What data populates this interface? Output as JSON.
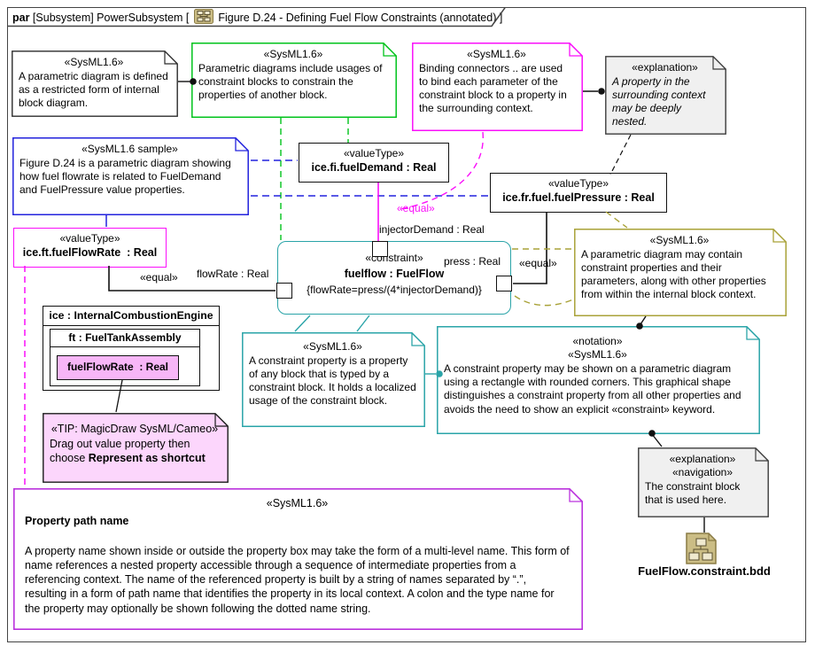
{
  "frame": {
    "tab": {
      "keyword": "par",
      "context": " [Subsystem] PowerSubsystem [ ",
      "title": " Figure D.24 - Defining Fuel Flow Constraints (annotated)",
      "close_bracket": " ]"
    }
  },
  "notes": {
    "restricted": {
      "stereotype": "«SysML1.6»",
      "body": "A parametric diagram is defined as a restricted form of internal block diagram."
    },
    "usages": {
      "stereotype": "«SysML1.6»",
      "body": "Parametric diagrams include usages of constraint blocks to constrain the properties of another block."
    },
    "binding": {
      "stereotype": "«SysML1.6»",
      "body": "Binding connectors .. are used to bind each parameter of the constraint block to a property in the surrounding context."
    },
    "deeply_nested": {
      "stereotype": "«explanation»",
      "body": "A property in the surrounding context may be deeply nested."
    },
    "sample": {
      "stereotype": "«SysML1.6 sample»",
      "body": "Figure D.24 is a parametric diagram showing how fuel flowrate is related to FuelDemand and FuelPressure value properties."
    },
    "contain": {
      "stereotype": "«SysML1.6»",
      "body": "A parametric diagram may contain constraint properties and their parameters, along with other properties from within the internal block context."
    },
    "constraint_property": {
      "stereotype": "«SysML1.6»",
      "body": "A constraint property is a property of any block that is typed by a constraint block. It holds a localized usage of the constraint block."
    },
    "notation": {
      "stereotype1": "«notation»",
      "stereotype2": "«SysML1.6»",
      "body": "A constraint property may be shown on a parametric diagram using a rectangle with rounded corners. This graphical shape distinguishes a constraint property from all other properties and avoids the need to show an explicit «constraint» keyword."
    },
    "tip": {
      "stereotype": "«TIP: MagicDraw SysML/Cameo»",
      "body_pre": "Drag out value property then choose ",
      "body_bold": "Represent as shortcut"
    },
    "used_here": {
      "stereotype1": "«explanation»",
      "stereotype2": "«navigation»",
      "body": "The constraint block that is used here."
    },
    "path_name": {
      "stereotype": "«SysML1.6»",
      "heading": "Property path name",
      "body": "A property name shown inside or outside the property box may take the form of a multi-level name. This form of name references a nested property accessible through a sequence of intermediate properties from a referencing context. The name of the referenced property is built by a string of names separated by “.”, resulting in a form of path name that identifies the property in its local context. A colon and the type name for the property may optionally be shown following the dotted name string."
    }
  },
  "value_types": {
    "fuel_demand": {
      "stereotype": "«valueType»",
      "name": "ice.fi.fuelDemand : Real"
    },
    "fuel_pressure": {
      "stereotype": "«valueType»",
      "name": "ice.fr.fuel.fuelPressure : Real"
    },
    "fuel_flow_rate": {
      "stereotype": "«valueType»",
      "name": "ice.ft.fuelFlowRate  : Real"
    }
  },
  "constraint_block": {
    "stereotype": "«constraint»",
    "name": "fuelflow : FuelFlow",
    "expression": "{flowRate=press/(4*injectorDemand)}"
  },
  "parameters": {
    "injector": "injectorDemand : Real",
    "press": "press : Real",
    "flow_rate": "flowRate : Real"
  },
  "connector_labels": {
    "equal_left": "«equal»",
    "equal_mid": "«equal»",
    "equal_right": "«equal»"
  },
  "block_instance": {
    "title": "ice : InternalCombustionEngine",
    "part": "ft : FuelTankAssembly",
    "value_property": "fuelFlowRate  : Real"
  },
  "shortcut": {
    "label": "FuelFlow.constraint.bdd"
  },
  "colors": {
    "green": "#00c31b",
    "magenta": "#fa0ffa",
    "blue": "#2222dd",
    "teal": "#2aa4a8",
    "olive": "#a9a238",
    "purple": "#bb33dd",
    "tip_pink": "#fcd6fc",
    "value_pink": "#f7b6f7",
    "note_gray": "#f0f0f0",
    "tan": "#cbbd85"
  }
}
